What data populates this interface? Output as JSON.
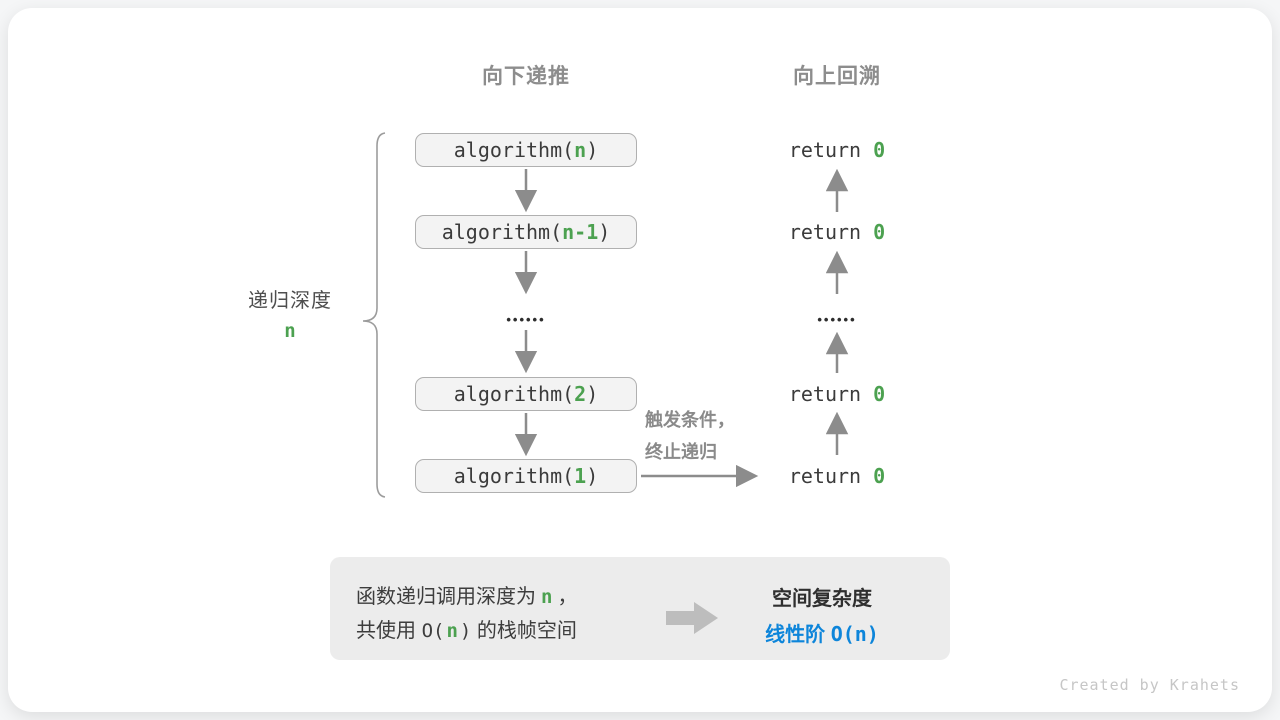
{
  "colors": {
    "accent_green": "#4ca150",
    "accent_blue": "#0d85da"
  },
  "headers": {
    "recurse": "向下递推",
    "backtrack": "向上回溯"
  },
  "depth_label": {
    "text": "递归深度",
    "param": "n"
  },
  "stack": [
    {
      "pre": "algorithm(",
      "param": "n",
      "post": ")"
    },
    {
      "pre": "algorithm(",
      "param": "n-1",
      "post": ")"
    },
    {
      "pre": "algorithm(",
      "param": "2",
      "post": ")"
    },
    {
      "pre": "algorithm(",
      "param": "1",
      "post": ")"
    }
  ],
  "returns": [
    {
      "pre": "return ",
      "val": "0"
    },
    {
      "pre": "return ",
      "val": "0"
    },
    {
      "pre": "return ",
      "val": "0"
    },
    {
      "pre": "return ",
      "val": "0"
    }
  ],
  "dots": "••••••",
  "trigger_label": {
    "line1": "触发条件，",
    "line2": "终止递归"
  },
  "summary": {
    "line1_pre": "函数递归调用深度为",
    "line1_param": "n",
    "line1_post": "，",
    "line2_pre": "共使用 ",
    "line2_o": "O(",
    "line2_param": "n",
    "line2_close": ")",
    "line2_post": " 的栈帧空间",
    "result_title": "空间复杂度",
    "result_pre": "线性阶 ",
    "result_code": "O(n)"
  },
  "credit": "Created by Krahets"
}
